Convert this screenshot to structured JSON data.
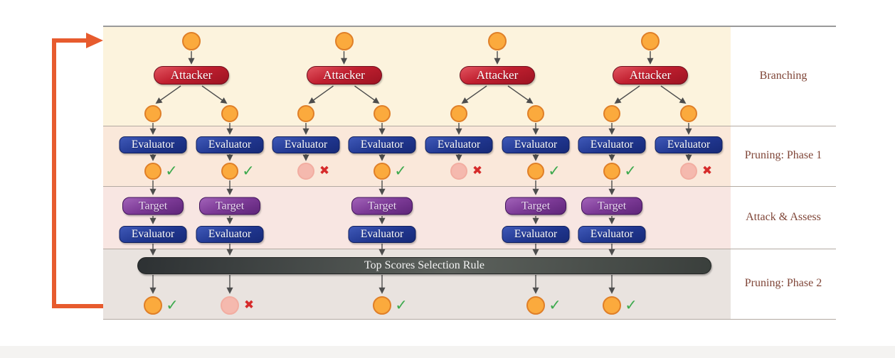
{
  "diagram": {
    "phases": [
      {
        "label": "Branching"
      },
      {
        "label": "Pruning: Phase 1"
      },
      {
        "label": "Attack & Assess"
      },
      {
        "label": "Pruning: Phase 2"
      }
    ],
    "node_labels": {
      "root_node": "attack-prompt-node",
      "attacker": "Attacker",
      "evaluator": "Evaluator",
      "target": "Target"
    },
    "selection_bar_label": "Top Scores Selection Rule",
    "tree_count": 4,
    "branches_per_tree": 2,
    "phase1_results": [
      "pass",
      "pass",
      "fail",
      "pass",
      "fail",
      "pass",
      "pass",
      "fail"
    ],
    "phase2_columns": [
      0,
      1,
      3,
      5,
      6
    ],
    "phase2_results": [
      "pass",
      "fail",
      "pass",
      "pass",
      "pass"
    ],
    "icons": {
      "pass": "✓",
      "fail": "✖"
    },
    "colors": {
      "band_branching": "#fcf3dd",
      "band_pruning1": "#fae8da",
      "band_attack_assess": "#f8e6e2",
      "band_pruning2": "#e9e3df",
      "attacker_red": "#c01f2f",
      "evaluator_blue": "#20368f",
      "target_purple": "#7c3a96",
      "node_circle_orange": "#fbaa3d",
      "pruned_circle_pink": "#f5b9ae",
      "pass_green": "#3daa4e",
      "fail_red": "#d62b2b",
      "loop_arrow_orange": "#e75b2e",
      "selection_bar_gray": "#3a3f3c",
      "phase_label_brown": "#7f4537"
    }
  }
}
